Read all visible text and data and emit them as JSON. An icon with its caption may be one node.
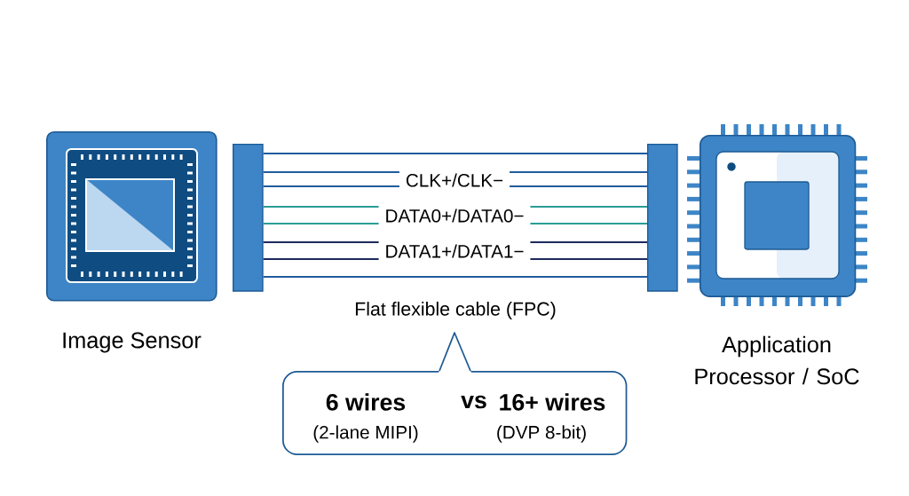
{
  "diagram": {
    "nodes": [
      {
        "text": [
          "Image Sensor"
        ]
      },
      {
        "text": [],
        "shape": "bar"
      },
      {
        "text": [],
        "shape": "bar"
      },
      {
        "text": [
          "Application Processor / SoC"
        ]
      },
      {
        "text": [
          "6 wires",
          "(2-lane MIPI)",
          "vs",
          "16+ wires",
          "(DVP 8-bit)"
        ]
      },
      {
        "text": [
          "CLK+/CLK−"
        ]
      },
      {
        "text": [
          "DATA0+/DATA0−"
        ]
      },
      {
        "text": [
          "DATA1+/DATA1−"
        ]
      }
    ],
    "edges": [
      {
        "from": 1,
        "to": 2,
        "arrow": "none"
      },
      {
        "from": 1,
        "to": 5,
        "arrow": "none"
      },
      {
        "from": 5,
        "to": 2,
        "arrow": "none"
      },
      {
        "from": 1,
        "to": 5,
        "arrow": "none"
      },
      {
        "from": 5,
        "to": 2,
        "arrow": "none"
      },
      {
        "from": 1,
        "to": 6,
        "arrow": "none",
        "color": "#2a9d96"
      },
      {
        "from": 6,
        "to": 2,
        "arrow": "none",
        "color": "#2a9d96"
      },
      {
        "from": 1,
        "to": 6,
        "arrow": "none",
        "color": "#2a9d96"
      },
      {
        "from": 6,
        "to": 2,
        "arrow": "none",
        "color": "#2a9d96"
      },
      {
        "from": 1,
        "to": 7,
        "arrow": "none",
        "color": "#1c2a5c"
      },
      {
        "from": 7,
        "to": 2,
        "arrow": "none",
        "color": "#1c2a5c"
      },
      {
        "from": 1,
        "to": 7,
        "arrow": "none",
        "color": "#1c2a5c"
      },
      {
        "from": 7,
        "to": 2,
        "arrow": "none",
        "color": "#1c2a5c"
      },
      {
        "from": 1,
        "to": 2,
        "arrow": "none"
      }
    ],
    "labels": [
      "Flat flexible cable (FPC)"
    ]
  }
}
